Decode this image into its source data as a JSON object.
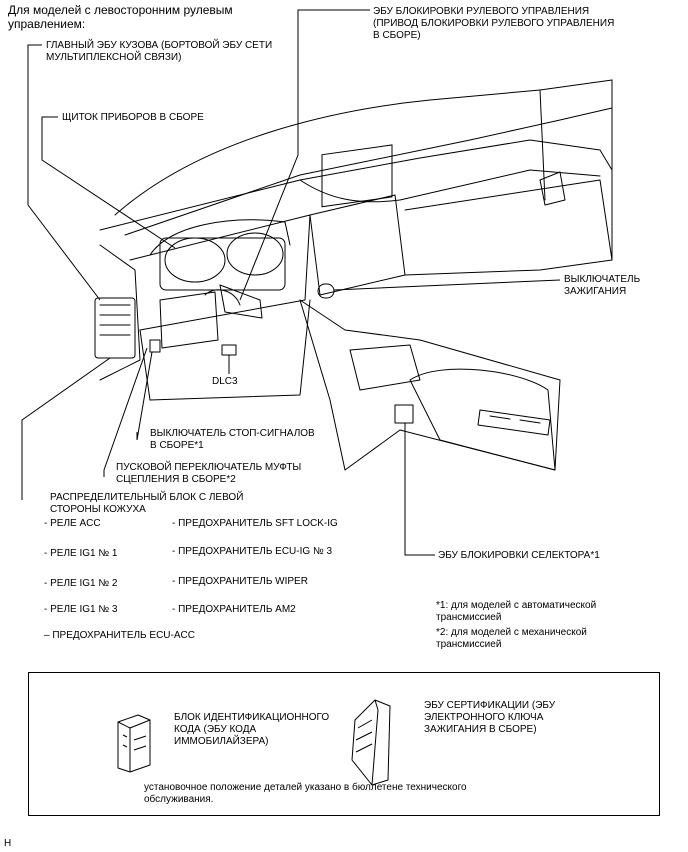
{
  "header": "Для моделей с левосторонним рулевым\nуправлением:",
  "labels": {
    "body_ecu": "ГЛАВНЫЙ ЭБУ КУЗОВА (БОРТОВОЙ ЭБУ СЕТИ\nМУЛЬТИПЛЕКСНОЙ СВЯЗИ)",
    "combination_meter": "ЩИТОК ПРИБОРОВ В СБОРЕ",
    "steering_lock_ecu": "ЭБУ БЛОКИРОВКИ РУЛЕВОГО УПРАВЛЕНИЯ\n(ПРИВОД БЛОКИРОВКИ РУЛЕВОГО УПРАВЛЕНИЯ\nВ СБОРЕ)",
    "ignition_switch": "ВЫКЛЮЧАТЕЛЬ\nЗАЖИГАНИЯ",
    "dlc3": "DLC3",
    "stop_light_switch": "ВЫКЛЮЧАТЕЛЬ СТОП-СИГНАЛОВ\nВ СБОРЕ*1",
    "clutch_start_switch": "ПУСКОВОЙ ПЕРЕКЛЮЧАТЕЛЬ МУФТЫ\nСЦЕПЛЕНИЯ В СБОРЕ*2",
    "cowl_junction_block": "РАСПРЕДЕЛИТЕЛЬНЫЙ БЛОК С ЛЕВОЙ\nСТОРОНЫ КОЖУХА",
    "shift_lock_ecu": "ЭБУ БЛОКИРОВКИ СЕЛЕКТОРА*1"
  },
  "relays_left": [
    "- РЕЛЕ ACC",
    "- РЕЛЕ IG1 № 1",
    "- РЕЛЕ IG1 № 2",
    "- РЕЛЕ IG1 № 3"
  ],
  "fuse_bottom": "– ПРЕДОХРАНИТЕЛЬ ECU-ACC",
  "fuses_right": [
    "- ПРЕДОХРАНИТЕЛЬ SFT LOCK-IG",
    "- ПРЕДОХРАНИТЕЛЬ ECU-IG № 3",
    "- ПРЕДОХРАНИТЕЛЬ WIPER",
    "- ПРЕДОХРАНИТЕЛЬ AM2"
  ],
  "footnotes": {
    "note1": "*1: для моделей с автоматической\nтрансмиссией",
    "note2": "*2: для моделей с механической\nтрансмиссией"
  },
  "box": {
    "id_code_box": "БЛОК ИДЕНТИФИКАЦИОННОГО\nКОДА (ЭБУ КОДА\nИММОБИЛАЙЗЕРА)",
    "cert_ecu": "ЭБУ СЕРТИФИКАЦИИ (ЭБУ\nЭЛЕКТРОННОГО КЛЮЧА\nЗАЖИГАНИЯ В СБОРЕ)",
    "note": "установочное положение деталей указано в бюллетене технического\nобслуживания."
  },
  "corner_mark": "H"
}
